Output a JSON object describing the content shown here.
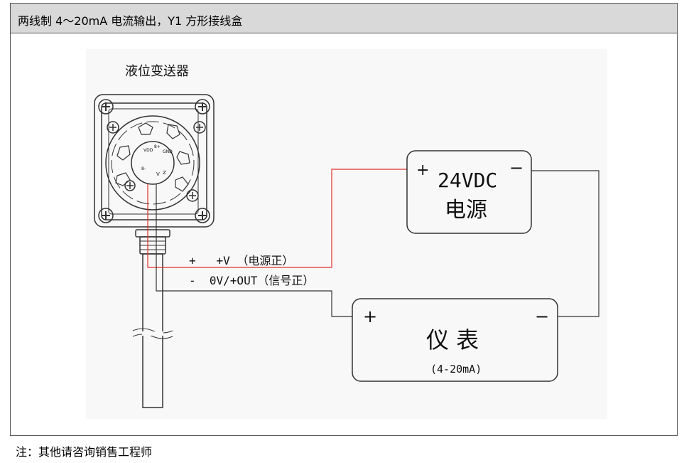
{
  "header": {
    "title": "两线制 4～20mA 电流输出，Y1 方形接线盒"
  },
  "diagram": {
    "device_label": "液位变送器",
    "power_box": {
      "plus": "+",
      "minus": "−",
      "voltage": "24VDC",
      "name": "电源"
    },
    "meter_box": {
      "plus": "+",
      "minus": "−",
      "name": "仪 表",
      "range": "(4-20mA)"
    },
    "wire_labels": {
      "positive": "+   +V （电源正）",
      "negative": "-  0V/+OUT（信号正）"
    },
    "terminal_labels": [
      "VDD",
      "8+",
      "GND",
      "8-",
      "V",
      "Z"
    ],
    "colors": {
      "positive_wire": "#e0302a",
      "negative_wire": "#333333",
      "outline": "#333333"
    }
  },
  "footer": {
    "note": "注：其他请咨询销售工程师"
  }
}
